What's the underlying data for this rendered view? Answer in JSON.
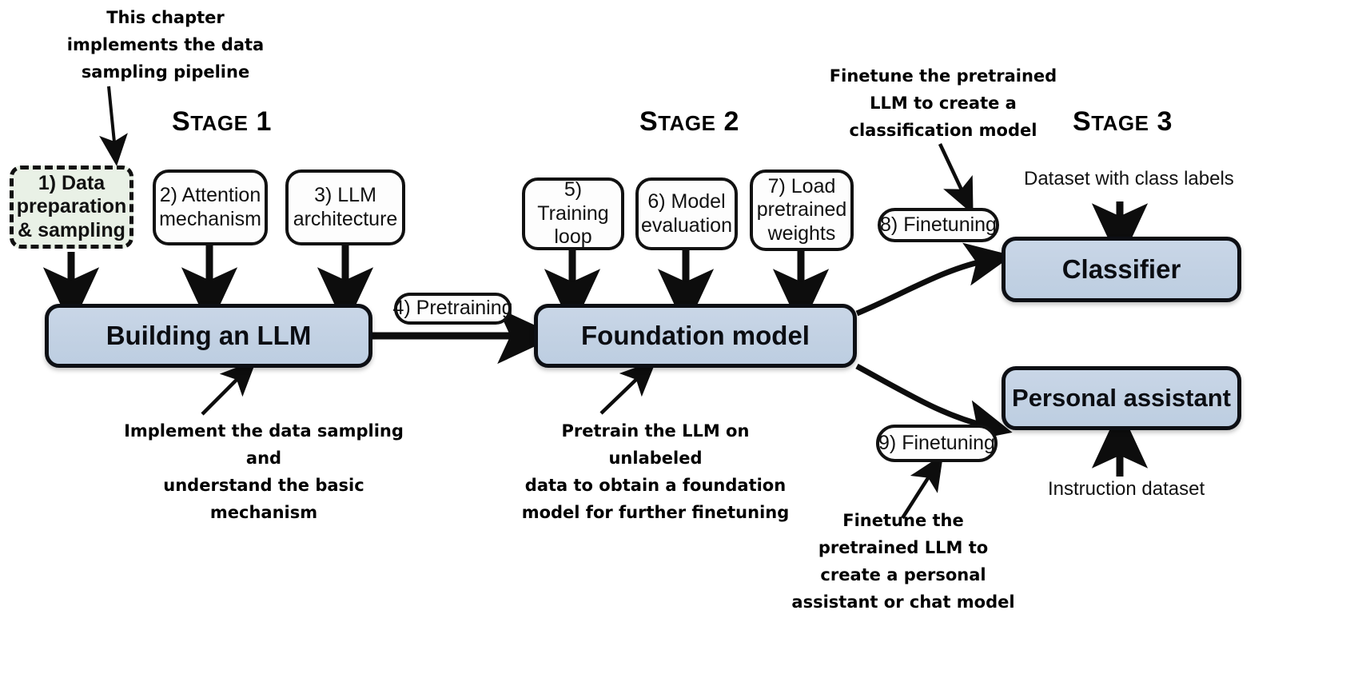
{
  "diagram": {
    "title": "Building an LLM three-stage pipeline",
    "colors": {
      "model_box_fill": "#c3d2e3",
      "highlight_box_fill": "#e9f1e6",
      "stroke": "#111111",
      "background": "#ffffff"
    },
    "stages": [
      {
        "id": "stage-1",
        "lead": "S",
        "rest": "TAGE",
        "number": "1"
      },
      {
        "id": "stage-2",
        "lead": "S",
        "rest": "TAGE",
        "number": "2"
      },
      {
        "id": "stage-3",
        "lead": "S",
        "rest": "TAGE",
        "number": "3"
      }
    ],
    "step_boxes": [
      {
        "id": "step-1",
        "label": "1) Data\npreparation\n& sampling",
        "highlighted": true
      },
      {
        "id": "step-2",
        "label": "2) Attention\nmechanism",
        "highlighted": false
      },
      {
        "id": "step-3",
        "label": "3) LLM\narchitecture",
        "highlighted": false
      },
      {
        "id": "step-5",
        "label": "5) Training\nloop",
        "highlighted": false
      },
      {
        "id": "step-6",
        "label": "6) Model\nevaluation",
        "highlighted": false
      },
      {
        "id": "step-7",
        "label": "7) Load\npretrained\nweights",
        "highlighted": false
      }
    ],
    "pills": [
      {
        "id": "pill-4",
        "label": "4) Pretraining"
      },
      {
        "id": "pill-8",
        "label": "8) Finetuning"
      },
      {
        "id": "pill-9",
        "label": "9) Finetuning"
      }
    ],
    "model_boxes": [
      {
        "id": "building-an-llm",
        "label": "Building an LLM"
      },
      {
        "id": "foundation-model",
        "label": "Foundation model"
      },
      {
        "id": "classifier",
        "label": "Classifier"
      },
      {
        "id": "personal-assistant",
        "label": "Personal assistant"
      }
    ],
    "captions": [
      {
        "id": "caption-chapter",
        "text": "This chapter\nimplements the data\nsampling pipeline"
      },
      {
        "id": "caption-implement",
        "text": "Implement the data sampling and\nunderstand the basic mechanism"
      },
      {
        "id": "caption-pretrain",
        "text": "Pretrain the LLM on unlabeled\ndata to obtain a foundation\nmodel for further finetuning"
      },
      {
        "id": "caption-classification",
        "text": "Finetune the pretrained\nLLM to create a\nclassification model"
      },
      {
        "id": "caption-assistant",
        "text": "Finetune the\npretrained LLM to\ncreate a personal\nassistant or chat model"
      }
    ],
    "plain_labels": [
      {
        "id": "label-class-dataset",
        "text": "Dataset with class labels"
      },
      {
        "id": "label-instruction-dataset",
        "text": "Instruction dataset"
      }
    ]
  }
}
